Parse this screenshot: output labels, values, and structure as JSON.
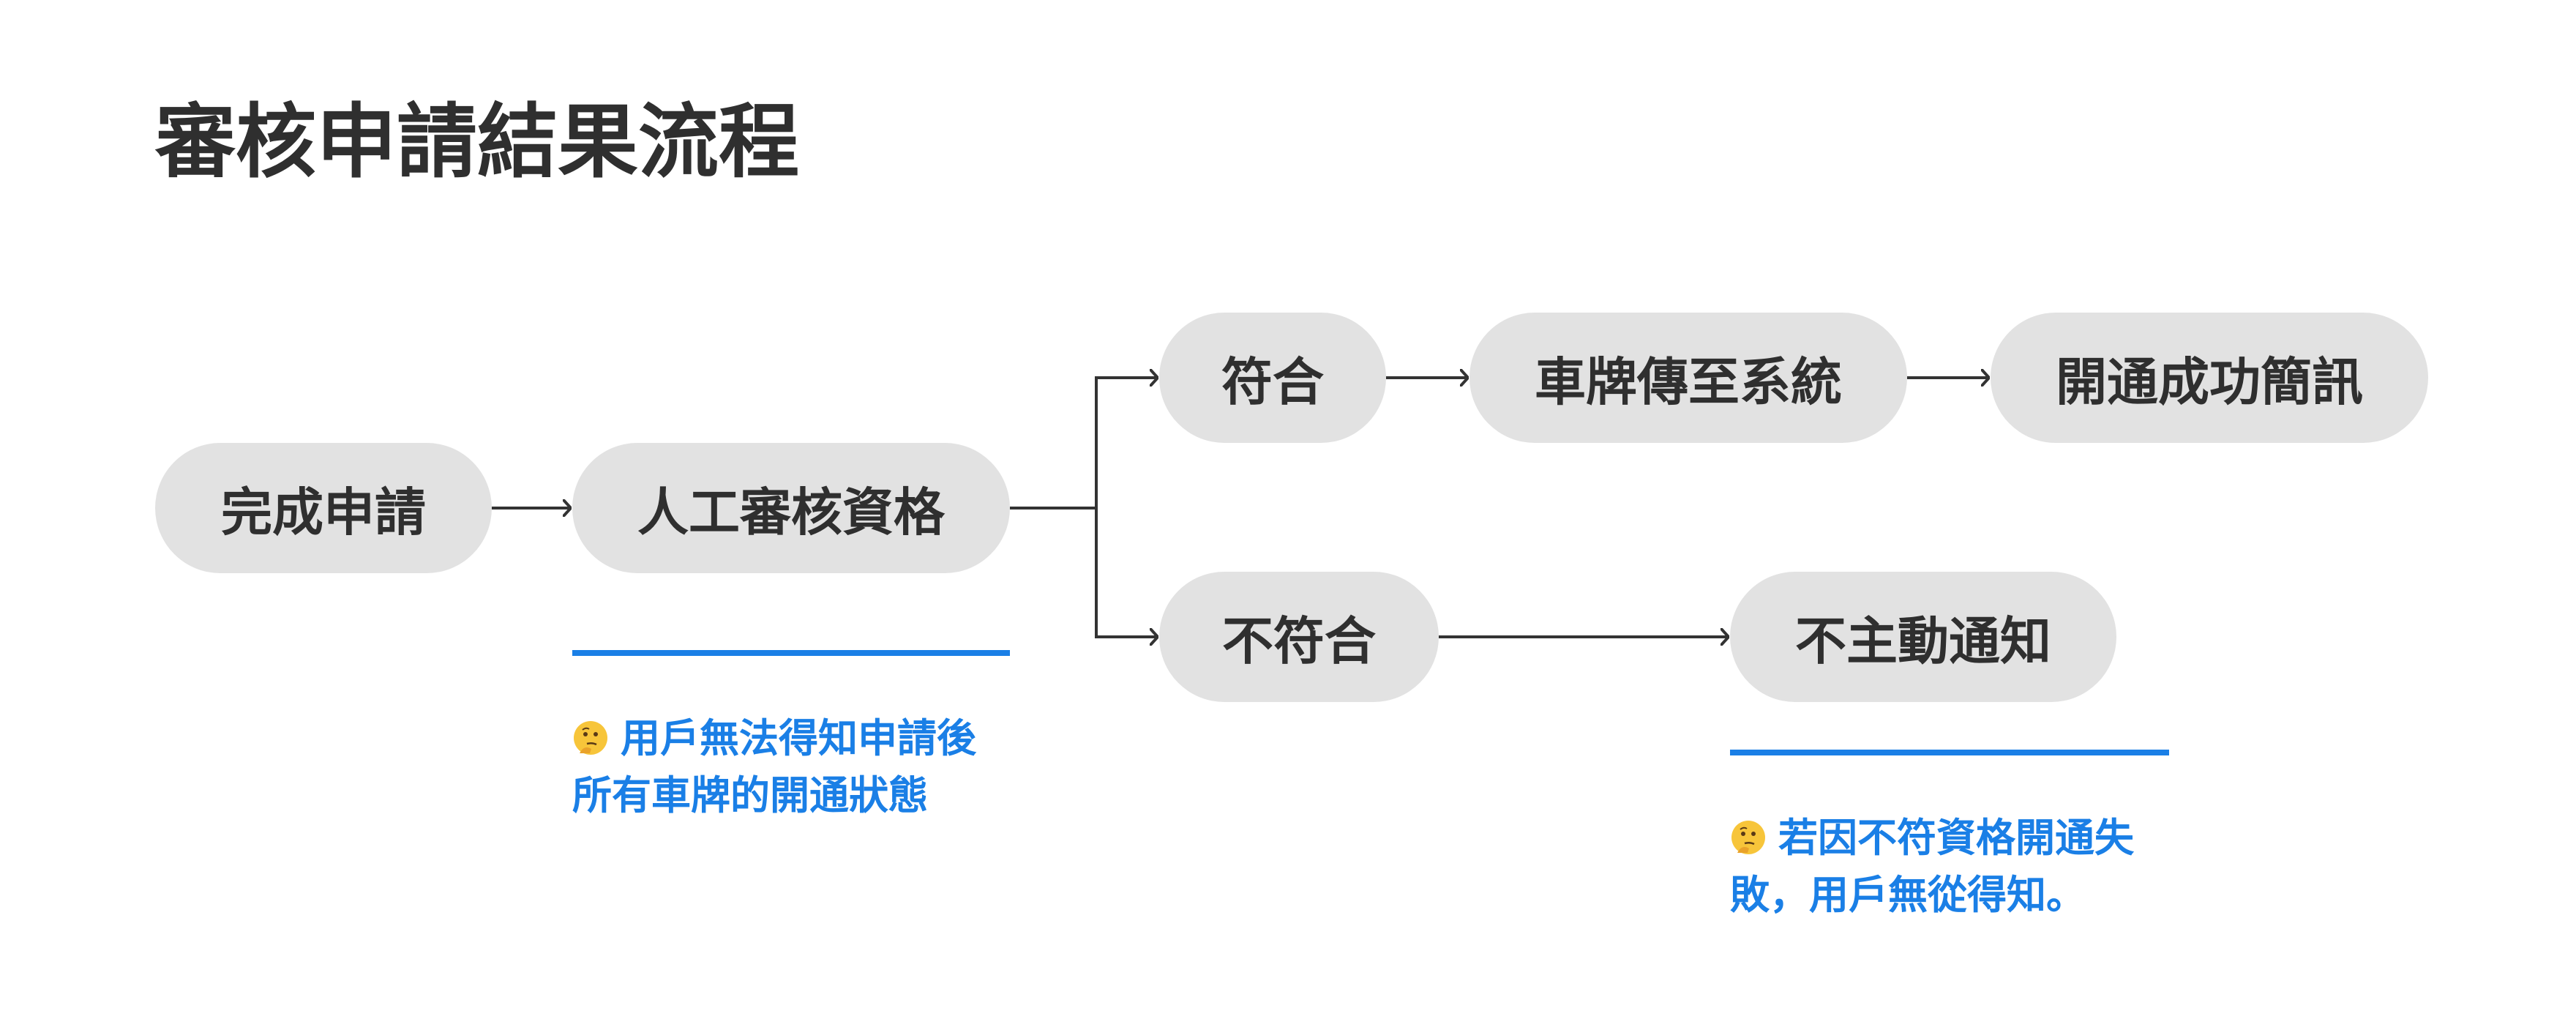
{
  "title": "審核申請結果流程",
  "nodes": {
    "complete_application": "完成申請",
    "manual_review": "人工審核資格",
    "qualified": "符合",
    "send_plate_to_system": "車牌傳至系統",
    "activation_sms": "開通成功簡訊",
    "not_qualified": "不符合",
    "no_active_notice": "不主動通知"
  },
  "notes": [
    {
      "icon": "thinking-face-icon",
      "lines": [
        "用戶無法得知申請後",
        "所有車牌的開通狀態"
      ]
    },
    {
      "icon": "thinking-face-icon",
      "lines": [
        "若因不符資格開通失",
        "敗，用戶無從得知。"
      ]
    }
  ],
  "colors": {
    "node_fill": "#e2e2e2",
    "text": "#2f2f2f",
    "accent": "#1a7fe6",
    "connector": "#333333"
  }
}
